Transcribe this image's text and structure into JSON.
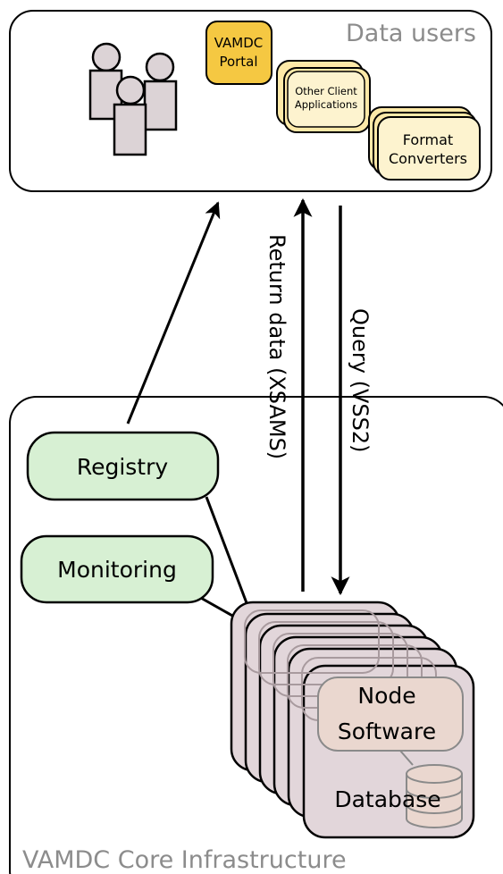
{
  "data_users": {
    "title": "Data users"
  },
  "clients": {
    "portal_line1": "VAMDC",
    "portal_line2": "Portal",
    "other_line1": "Other Client",
    "other_line2": "Applications",
    "format_line1": "Format",
    "format_line2": "Converters"
  },
  "arrows": {
    "return_label": "Return data (XSAMS)",
    "query_label": "Query (VSS2)"
  },
  "core": {
    "title": "VAMDC Core Infrastructure",
    "registry": "Registry",
    "monitoring": "Monitoring",
    "node_line1": "Node",
    "node_line2": "Software",
    "database": "Database"
  },
  "colors": {
    "portal": "#f5c842",
    "client": "#fde9a8",
    "client_light": "#fdf3cf",
    "service": "#d7f0d3",
    "node_stack": "#e2d6da",
    "node_inner": "#ead7cf",
    "person": "#dcd3d6"
  }
}
